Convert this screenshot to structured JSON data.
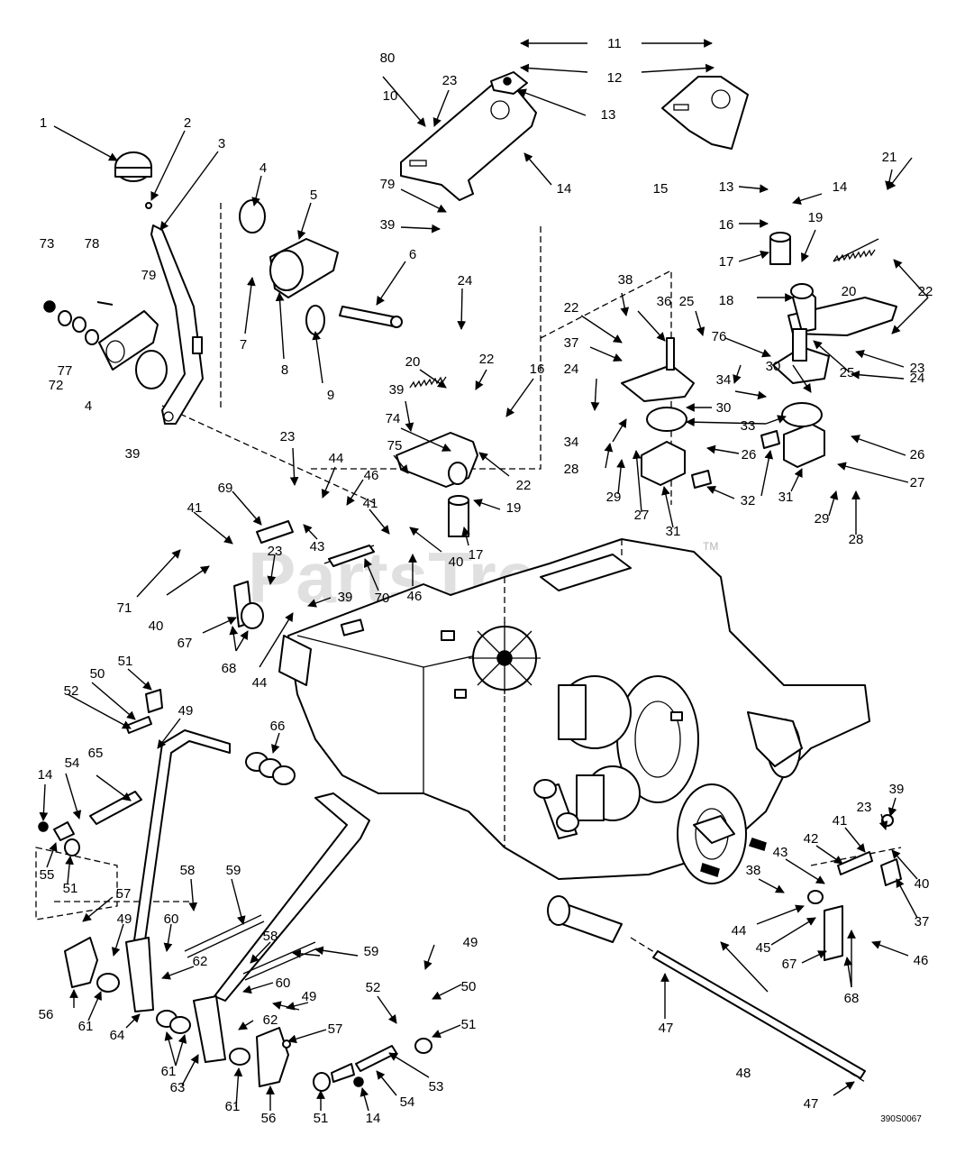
{
  "watermark": "PartsTree",
  "watermark_tm": "TM",
  "drawing_code": "390S0067",
  "callouts": {
    "c1": "1",
    "c2": "2",
    "c3": "3",
    "c4a": "4",
    "c4b": "4",
    "c5": "5",
    "c6": "6",
    "c7": "7",
    "c8": "8",
    "c9": "9",
    "c10": "10",
    "c11": "11",
    "c12": "12",
    "c13a": "13",
    "c13b": "13",
    "c14a": "14",
    "c14b": "14",
    "c14c": "14",
    "c14d": "14",
    "c15": "15",
    "c16a": "16",
    "c16b": "16",
    "c17a": "17",
    "c17b": "17",
    "c18": "18",
    "c19a": "19",
    "c19b": "19",
    "c20a": "20",
    "c20b": "20",
    "c21": "21",
    "c22a": "22",
    "c22b": "22",
    "c22c": "22",
    "c22d": "22",
    "c23a": "23",
    "c23b": "23",
    "c23c": "23",
    "c23d": "23",
    "c23e": "23",
    "c24a": "24",
    "c24b": "24",
    "c24c": "24",
    "c25a": "25",
    "c25b": "25",
    "c26a": "26",
    "c26b": "26",
    "c27a": "27",
    "c27b": "27",
    "c28a": "28",
    "c28b": "28",
    "c29a": "29",
    "c29b": "29",
    "c30a": "30",
    "c30b": "30",
    "c31a": "31",
    "c31b": "31",
    "c32": "32",
    "c33": "33",
    "c34a": "34",
    "c34b": "34",
    "c36": "36",
    "c37a": "37",
    "c37b": "37",
    "c38a": "38",
    "c38b": "38",
    "c39a": "39",
    "c39b": "39",
    "c39c": "39",
    "c39d": "39",
    "c39e": "39",
    "c40a": "40",
    "c40b": "40",
    "c40c": "40",
    "c41a": "41",
    "c41b": "41",
    "c41c": "41",
    "c42": "42",
    "c43a": "43",
    "c43b": "43",
    "c44a": "44",
    "c44b": "44",
    "c44c": "44",
    "c45": "45",
    "c46a": "46",
    "c46b": "46",
    "c46c": "46",
    "c47a": "47",
    "c47b": "47",
    "c48": "48",
    "c49a": "49",
    "c49b": "49",
    "c49c": "49",
    "c49d": "49",
    "c50a": "50",
    "c50b": "50",
    "c51a": "51",
    "c51b": "51",
    "c51c": "51",
    "c51d": "51",
    "c52a": "52",
    "c52b": "52",
    "c53": "53",
    "c54a": "54",
    "c54b": "54",
    "c55": "55",
    "c56a": "56",
    "c56b": "56",
    "c57a": "57",
    "c57b": "57",
    "c58a": "58",
    "c58b": "58",
    "c59a": "59",
    "c59b": "59",
    "c60a": "60",
    "c60b": "60",
    "c61a": "61",
    "c61b": "61",
    "c61c": "61",
    "c62a": "62",
    "c62b": "62",
    "c63": "63",
    "c64": "64",
    "c65": "65",
    "c66": "66",
    "c67a": "67",
    "c67b": "67",
    "c68a": "68",
    "c68b": "68",
    "c69": "69",
    "c70": "70",
    "c71": "71",
    "c72": "72",
    "c73": "73",
    "c74": "74",
    "c75": "75",
    "c76": "76",
    "c77": "77",
    "c78": "78",
    "c79a": "79",
    "c79b": "79",
    "c80": "80"
  }
}
